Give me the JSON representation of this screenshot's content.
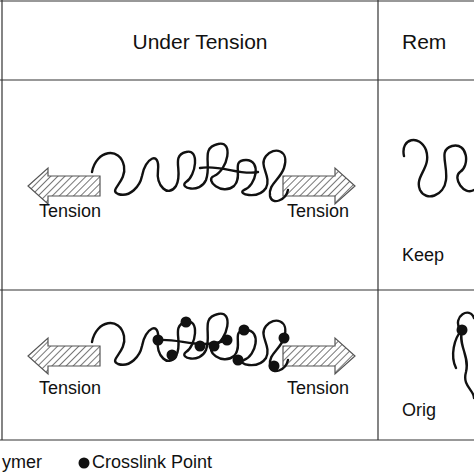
{
  "diagram": {
    "labels": [
      "Under Tension",
      "Rem",
      "Tension",
      "Tension",
      "Keep",
      "Tension",
      "Tension",
      "Orig"
    ],
    "legend": [
      {
        "text": "ymer"
      },
      {
        "text": "Crosslink Point"
      }
    ]
  }
}
